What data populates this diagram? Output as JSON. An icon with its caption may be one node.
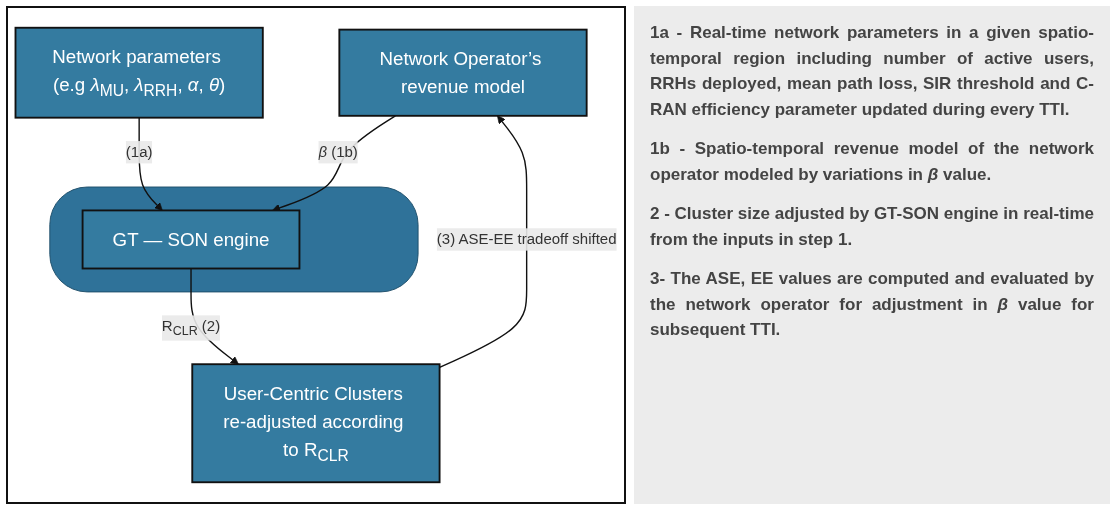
{
  "diagram": {
    "nodes": [
      {
        "text": [
          "Network parameters (e.g *λ*$_{MU}$, *λ*$_{RRH}$, *α*, *θ*)"
        ]
      },
      {
        "text": [
          "Network Operator’s revenue model"
        ]
      },
      {
        "text": [],
        "shape": "cloud"
      },
      {
        "text": [
          "GT — SON engine"
        ],
        "in": 2
      },
      {
        "text": [
          "User-Centric Clusters re-adjusted according to R$_{CLR}$"
        ]
      }
    ],
    "edges": [
      {
        "from": 0,
        "to": 3,
        "arrow": "to",
        "label": "(1a)"
      },
      {
        "from": 1,
        "to": 3,
        "arrow": "to",
        "label": "*β* (1b)"
      },
      {
        "from": 3,
        "to": 4,
        "arrow": "to",
        "label": "R$_{CLR}$ (2)"
      },
      {
        "from": 4,
        "to": 1,
        "arrow": "to",
        "label": "(3) ASE-EE tradeoff shifted"
      }
    ],
    "labels": [
      "1a - Real-time network parameters in a given spatio-temporal region including number of active users, RRHs deployed, mean path loss, SIR threshold and C-RAN efficiency parameter updated during every TTI.",
      "1b - Spatio-temporal revenue model of the network operator modeled by variations in *β* value.",
      "2 - Cluster size adjusted by GT-SON engine in real-time from the inputs in step 1.",
      "3- The ASE, EE values are computed and evaluated by the network operator for adjustment in *β* value for subsequent TTI."
    ]
  }
}
